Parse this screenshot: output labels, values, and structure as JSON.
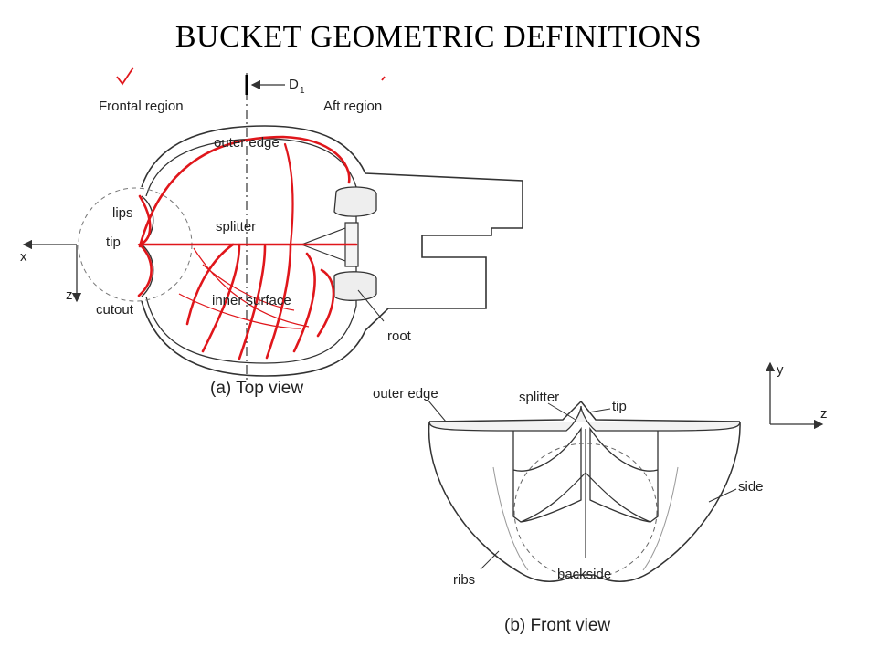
{
  "page": {
    "title": "BUCKET GEOMETRIC DEFINITIONS"
  },
  "colors": {
    "annotation": "#e0161b",
    "line": "#333333"
  },
  "top_view": {
    "caption": "(a) Top view",
    "frontal_region": "Frontal region",
    "aft_region": "Aft region",
    "d1_label": "D",
    "d1_sub": "1",
    "outer_edge": "outer edge",
    "lips": "lips",
    "tip": "tip",
    "splitter": "splitter",
    "inner_surface": "inner surface",
    "cutout": "cutout",
    "root": "root",
    "axis_x": "x",
    "axis_z": "z"
  },
  "front_view": {
    "caption": "(b) Front view",
    "outer_edge": "outer edge",
    "splitter": "splitter",
    "tip": "tip",
    "side": "side",
    "ribs": "ribs",
    "backside": "backside",
    "axis_y": "y",
    "axis_z": "z"
  }
}
